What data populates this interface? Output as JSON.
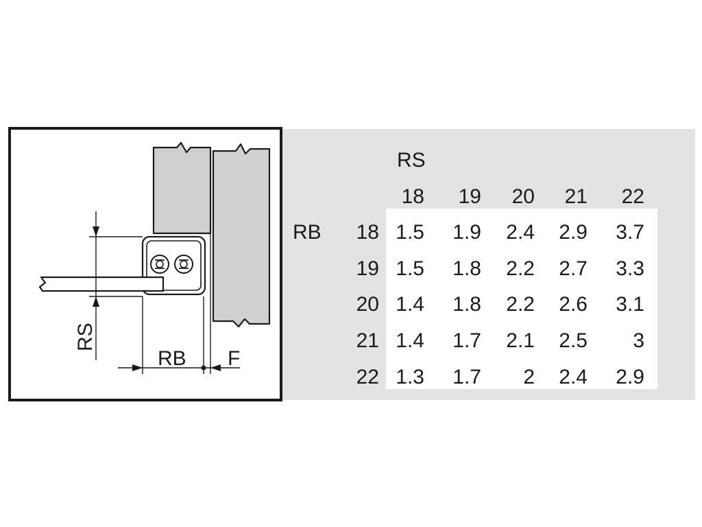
{
  "diagram": {
    "label_rs": "RS",
    "label_rb": "RB",
    "label_f": "F"
  },
  "table": {
    "column_header_title": "RS",
    "row_header_title": "RB",
    "column_values": [
      "18",
      "19",
      "20",
      "21",
      "22"
    ],
    "rows": [
      {
        "rb": "18",
        "values": [
          "1.5",
          "1.9",
          "2.4",
          "2.9",
          "3.7"
        ]
      },
      {
        "rb": "19",
        "values": [
          "1.5",
          "1.8",
          "2.2",
          "2.7",
          "3.3"
        ]
      },
      {
        "rb": "20",
        "values": [
          "1.4",
          "1.8",
          "2.2",
          "2.6",
          "3.1"
        ]
      },
      {
        "rb": "21",
        "values": [
          "1.4",
          "1.7",
          "2.1",
          "2.5",
          "3"
        ]
      },
      {
        "rb": "22",
        "values": [
          "1.3",
          "1.7",
          "2",
          "2.4",
          "2.9"
        ]
      }
    ]
  },
  "colors": {
    "frame": "#1a1a1a",
    "panel_gray": "#e3e3e5",
    "wood_fill": "#d0d0d2",
    "table_cell_bg": "#ffffff"
  }
}
